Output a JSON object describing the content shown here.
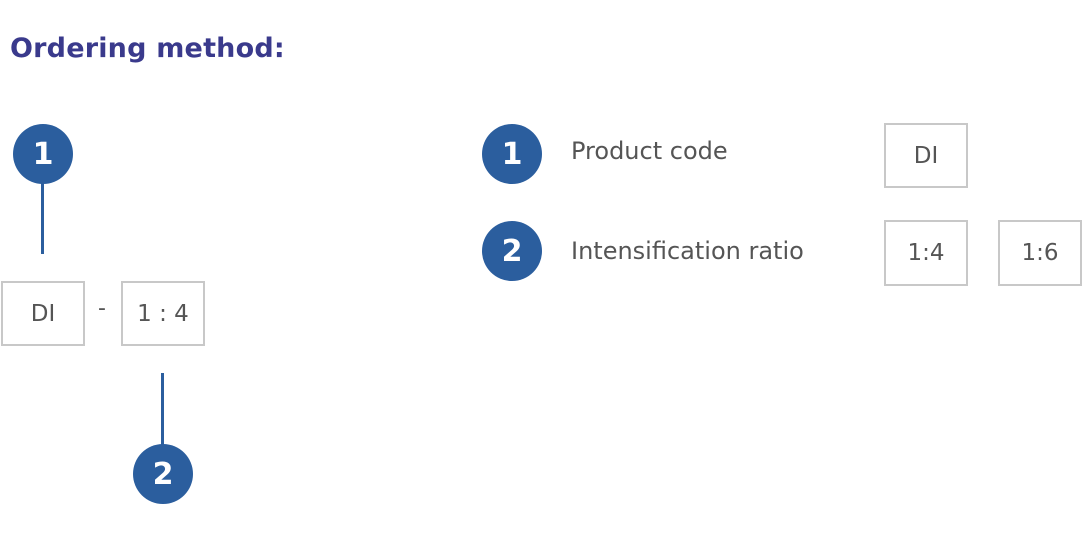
{
  "title": "Ordering method:",
  "code_diagram": {
    "marker_1": "1",
    "marker_2": "2",
    "segment_1": "DI",
    "separator": "-",
    "segment_2": "1 : 4"
  },
  "legend": {
    "items": [
      {
        "number": "1",
        "label": "Product code",
        "options": [
          "DI"
        ]
      },
      {
        "number": "2",
        "label": "Intensification ratio",
        "options": [
          "1:4",
          "1:6"
        ]
      }
    ]
  },
  "colors": {
    "accent": "#2b5e9e",
    "title": "#3a3a8c",
    "text": "#555555",
    "border": "#c8c8c8"
  }
}
